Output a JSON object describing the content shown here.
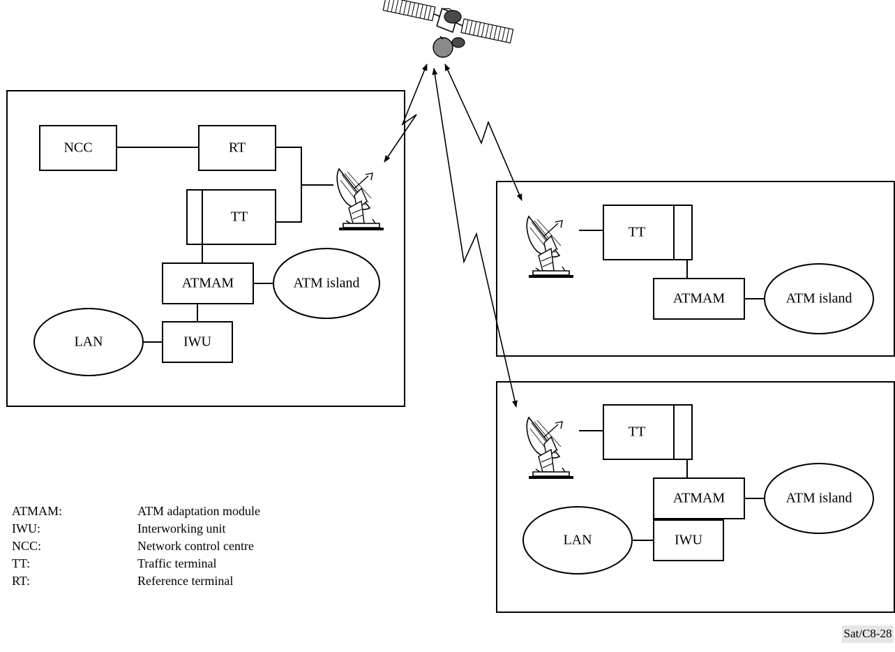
{
  "site1": {
    "ncc": "NCC",
    "rt": "RT",
    "tt": "TT",
    "atmam": "ATMAM",
    "atm_island": "ATM island",
    "lan": "LAN",
    "iwu": "IWU"
  },
  "site2": {
    "tt": "TT",
    "atmam": "ATMAM",
    "atm_island": "ATM island"
  },
  "site3": {
    "tt": "TT",
    "atmam": "ATMAM",
    "atm_island": "ATM island",
    "lan": "LAN",
    "iwu": "IWU"
  },
  "legend": [
    {
      "abbr": "ATMAM:",
      "text": "ATM adaptation module"
    },
    {
      "abbr": "IWU:",
      "text": "Interworking unit"
    },
    {
      "abbr": "NCC:",
      "text": "Network control centre"
    },
    {
      "abbr": "TT:",
      "text": "Traffic terminal"
    },
    {
      "abbr": "RT:",
      "text": "Reference terminal"
    }
  ],
  "figure_id": "Sat/C8-28",
  "colors": {
    "line": "#000000",
    "satellite_body": "#8a8a8a",
    "satellite_dish": "#4a4a4a",
    "figure_id_background": "#e6e6e6"
  },
  "icons": [
    "satellite-icon",
    "earth-station-antenna-icon"
  ]
}
